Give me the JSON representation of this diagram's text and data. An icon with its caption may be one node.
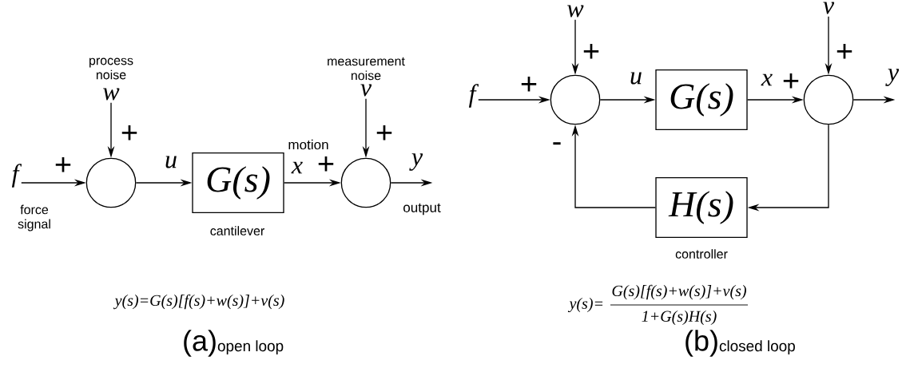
{
  "diagram": {
    "nodes": [
      {
        "text": [
          "f"
        ],
        "beside": [
          "force signal"
        ]
      },
      {
        "text": [
          "w"
        ],
        "beside": [
          "process noise"
        ]
      },
      {
        "text": [],
        "shape": "circle"
      },
      {
        "text": [
          "G(s)"
        ],
        "beside": [
          "cantilever"
        ]
      },
      {
        "text": [
          "v"
        ],
        "beside": [
          "measurement noise"
        ]
      },
      {
        "text": [],
        "shape": "circle"
      },
      {
        "text": [
          "f"
        ]
      },
      {
        "text": [
          "w"
        ]
      },
      {
        "text": [],
        "shape": "circle"
      },
      {
        "text": [
          "G(s)"
        ]
      },
      {
        "text": [
          "v"
        ]
      },
      {
        "text": [],
        "shape": "circle"
      },
      {
        "text": [
          "H(s)"
        ],
        "beside": [
          "controller"
        ]
      }
    ],
    "edges": [
      {
        "from": 0,
        "to": 2,
        "arrow": "to"
      },
      {
        "from": 1,
        "to": 2,
        "arrow": "to"
      },
      {
        "from": 2,
        "to": 3,
        "arrow": "to",
        "label": "u"
      },
      {
        "from": 3,
        "to": 5,
        "arrow": "to",
        "label": "x"
      },
      {
        "from": 4,
        "to": 5,
        "arrow": "to"
      },
      {
        "from": 5,
        "to": null,
        "arrow": "to",
        "label": "y"
      },
      {
        "from": 6,
        "to": 8,
        "arrow": "to"
      },
      {
        "from": 7,
        "to": 8,
        "arrow": "to"
      },
      {
        "from": 8,
        "to": 9,
        "arrow": "to",
        "label": "u"
      },
      {
        "from": 9,
        "to": 11,
        "arrow": "to",
        "label": "x"
      },
      {
        "from": 10,
        "to": 11,
        "arrow": "to"
      },
      {
        "from": 11,
        "to": null,
        "arrow": "to",
        "label": "y"
      },
      {
        "from": 11,
        "to": 12,
        "arrow": "to"
      },
      {
        "from": 12,
        "to": 8,
        "arrow": "to"
      }
    ],
    "labels": [
      "+",
      "motion",
      "+",
      "+",
      "+",
      "output",
      "y(s)=G(s)[f(s)+w(s)]+v(s)",
      "(a)",
      "open loop",
      "+",
      "+",
      "+",
      "+",
      "-",
      "y(s)=",
      "G(s)[f(s)+w(s)]+v(s)",
      "1+G(s)H(s)",
      "(b)",
      "closed loop"
    ]
  }
}
